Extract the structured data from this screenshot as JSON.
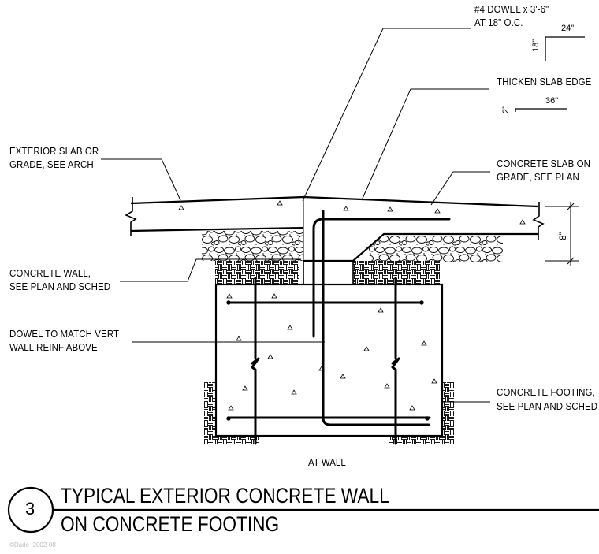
{
  "labels": {
    "dowel": "#4 DOWEL x 3'-6\"",
    "dowel_spacing": "AT 18\" O.C.",
    "thicken": "THICKEN SLAB EDGE",
    "ext_slab_1": "EXTERIOR SLAB OR",
    "ext_slab_2": "GRADE, SEE ARCH",
    "conc_slab_1": "CONCRETE SLAB ON",
    "conc_slab_2": "GRADE, SEE PLAN",
    "conc_wall_1": "CONCRETE WALL,",
    "conc_wall_2": "SEE PLAN AND SCHED",
    "dowel_match_1": "DOWEL TO MATCH VERT",
    "dowel_match_2": "WALL REINF ABOVE",
    "footing_1": "CONCRETE FOOTING,",
    "footing_2": "SEE PLAN AND SCHED",
    "at_wall": "AT WALL"
  },
  "dimensions": {
    "dowel_leg_h": "24\"",
    "dowel_leg_v": "18\"",
    "thicken_len": "36\"",
    "thicken_drop": "2\"",
    "slab_depth": "8\""
  },
  "title_block": {
    "number": "3",
    "line1": "TYPICAL EXTERIOR CONCRETE WALL",
    "line2": "ON CONCRETE FOOTING",
    "watermark": "©Dade_2002-08"
  }
}
